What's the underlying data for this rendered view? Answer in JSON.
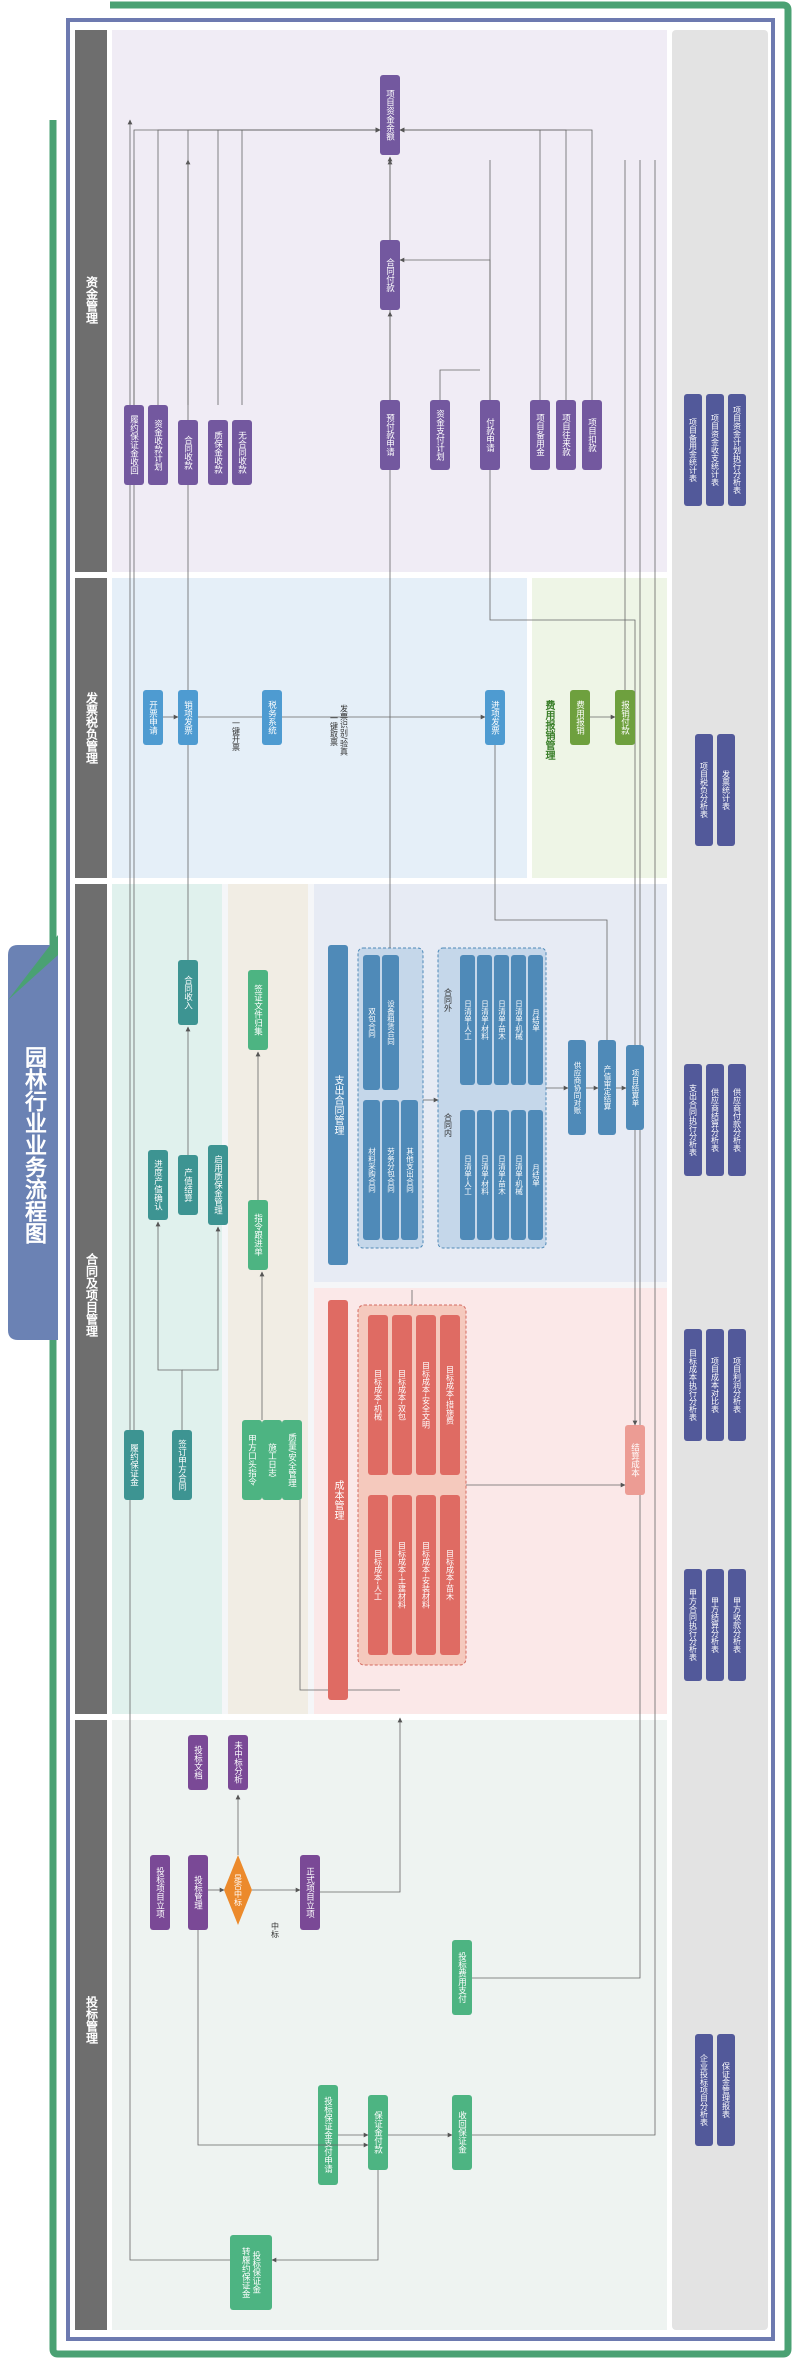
{
  "title": "园林行业业务流程图",
  "sections": {
    "bidding": "投标管理",
    "contract": "合同及项目管理",
    "invoice": "发票税负管理",
    "funds": "资金管理"
  },
  "reports_bar": [
    [
      "企业投标项目分析表",
      "保证金管理报表"
    ],
    [
      "甲方合同执行分析表",
      "甲方结算分析表",
      "甲方收款分析表"
    ],
    [
      "目标成本执行分析表",
      "项目成本对比表",
      "项目利润分析表"
    ],
    [
      "支出合同执行分析表",
      "供应商结算分析表",
      "供应商付款分析表"
    ],
    [
      "项目税负分析表",
      "发票统计表"
    ],
    [
      "项目备用金统计表",
      "项目资金收支统计表",
      "项目资金计划执行分析表"
    ]
  ],
  "bidding": {
    "bid_project_setup": "投标项目立项",
    "bid_mgmt": "投标管理",
    "bid_docs": "投标文档",
    "decision": "是否中标",
    "lost_analysis": "未中标分析",
    "won_label": "中标",
    "formal_project": "正式项目立项",
    "bid_fee_payment": "投标费用支付",
    "deposit_apply": "投标保证金支付申请",
    "deposit_pay": "保证金付款",
    "deposit_recover": "收回保证金",
    "deposit_transfer": "投标保证金\n转履约保证金"
  },
  "contract_mgmt": {
    "performance_deposit": "履约保证金",
    "sign_contract": "签订甲方合同",
    "progress_confirm": "进度产值确认",
    "output_settle": "产值结算",
    "warranty": "启用质保金管理",
    "contract_income": "合同收入",
    "site_instruction": "甲方口头指令",
    "construction_log": "施工日志",
    "quality_safety": "质量/安全管理",
    "instruction_track": "指令跟进单",
    "visa_archive": "签证文件归集"
  },
  "cost_mgmt": {
    "title": "成本管理",
    "targets": [
      [
        "目标成本-人工",
        "目标成本-机械"
      ],
      [
        "目标成本-土建材料",
        "目标成本-双包"
      ],
      [
        "目标成本-安装材料",
        "目标成本-安全文明"
      ],
      [
        "目标成本-苗木",
        "目标成本-措施费"
      ]
    ],
    "settle_cost": "结算成本"
  },
  "expense_contract": {
    "title": "支出合同管理",
    "contracts_a": [
      "材料采购合同",
      "劳务分包合同",
      "其他支出合同"
    ],
    "contracts_b": [
      "双包合同",
      "设备租赁合同"
    ],
    "inside_label": "合同内",
    "inside_items": [
      "日清单-人工",
      "日清单-材料",
      "日清单-苗木",
      "日清单-机械",
      "月结单"
    ],
    "outside_label": "合同外",
    "outside_items": [
      "日清单-人工",
      "日清单-材料",
      "日清单-苗木",
      "日清单-机械",
      "月结单"
    ],
    "reconcile": "供应商协同对账",
    "output_settle": "产值审定结算",
    "project_settle": "项目结算单"
  },
  "invoice": {
    "issue_invoice": "开票申请",
    "sales_invoice": "销项发票",
    "one_click_issue": "一键开票",
    "tax_system": "税务系统",
    "verify_note": "一键取票\n发票识别/验真",
    "input_invoice": "进项发票",
    "expense_title": "费用报销管理",
    "expense_apply": "费用报销",
    "expense_pay": "报销付款"
  },
  "funds": {
    "perf_recover": "履约保证金收回",
    "collection_plan": "资金收款计划",
    "contract_collect": "合同收款",
    "warranty_collect": "质保金收款",
    "other_collect": "无合同收款",
    "prepay_apply": "预付款申请",
    "pay_plan": "资金支付计划",
    "pay_apply": "付款申请",
    "contract_pay": "合同付款",
    "petty_cash": "项目备用金",
    "project_loan": "项目往来款",
    "project_deduct": "项目扣款",
    "balance": "项目资金余额"
  },
  "colors": {
    "outer_green": "#4aa173",
    "outer_blue": "#6d7ab0",
    "title_bg": "#6b82b4",
    "sidebar": "#6e6e6e",
    "bid_bg": "#eef3f1",
    "contract_bg": "#e0f1ed",
    "instr_bg": "#f1ede4",
    "cost_bg": "#fbe8e8",
    "expense_bg": "#e7ebf4",
    "invoice_bg": "#e5eff8",
    "reimb_bg": "#eef5e6",
    "funds_bg": "#f0ecf5",
    "report_col": "#e3e3e3",
    "teal": "#3d9492",
    "green": "#4db482",
    "purple": "#7a4996",
    "red": "#d04e53",
    "orange": "#ec8a2c",
    "cost_red": "#df6b63",
    "steel": "#4f8ab8",
    "blue": "#4e9bd1",
    "olive": "#6ea03e",
    "violet": "#73589f",
    "navy": "#52599a"
  }
}
